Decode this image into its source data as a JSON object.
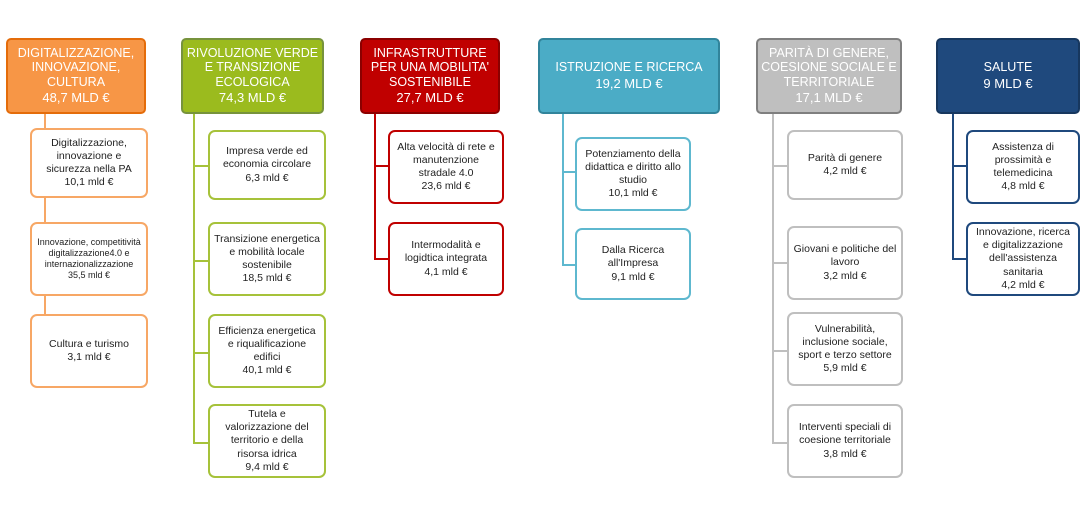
{
  "colors": {
    "digitale": {
      "fill": "#F79646",
      "border": "#E46C0A",
      "sub": "#F7A765"
    },
    "verde": {
      "fill": "#9BBB1E",
      "border": "#77933C",
      "sub": "#A6C23A"
    },
    "infra": {
      "fill": "#C00000",
      "border": "#8B0000",
      "sub": "#C00000"
    },
    "istruzione": {
      "fill": "#4BACC6",
      "border": "#31849B",
      "sub": "#5EB8CF"
    },
    "parita": {
      "fill": "#BFBFBF",
      "border": "#7F7F7F",
      "sub": "#BFBFBF"
    },
    "salute": {
      "fill": "#1F497D",
      "border": "#17375E",
      "sub": "#1F497D"
    }
  },
  "columns": [
    {
      "id": "digitale",
      "title": "DIGITALIZZAZIONE, INNOVAZIONE, CULTURA",
      "amount": "48,7  MLD €",
      "items": [
        {
          "title": "Digitalizzazione, innovazione e sicurezza nella PA",
          "amount": "10,1 mld €"
        },
        {
          "title": "Innovazione, competitività digitalizzazione4.0 e internazionalizzazione",
          "amount": "35,5 mld €"
        },
        {
          "title": "Cultura e turismo",
          "amount": "3,1 mld €"
        }
      ]
    },
    {
      "id": "verde",
      "title": "RIVOLUZIONE VERDE E TRANSIZIONE ECOLOGICA",
      "amount": "74,3 MLD €",
      "items": [
        {
          "title": "Impresa verde ed economia circolare",
          "amount": "6,3 mld €"
        },
        {
          "title": "Transizione energetica e mobilità locale sostenibile",
          "amount": "18,5 mld €"
        },
        {
          "title": "Efficienza energetica e riqualificazione edifici",
          "amount": "40,1 mld €"
        },
        {
          "title": "Tutela e valorizzazione del territorio e della risorsa idrica",
          "amount": "9,4 mld €"
        }
      ]
    },
    {
      "id": "infra",
      "title": "INFRASTRUTTURE PER UNA MOBILITA' SOSTENIBILE",
      "amount": "27,7 MLD €",
      "items": [
        {
          "title": "Alta velocità di rete e manutenzione stradale 4.0",
          "amount": "23,6 mld €"
        },
        {
          "title": "Intermodalità e logidtica integrata",
          "amount": "4,1 mld €"
        }
      ]
    },
    {
      "id": "istruzione",
      "title": "ISTRUZIONE E RICERCA",
      "amount": "19,2 MLD €",
      "items": [
        {
          "title": "Potenziamento della didattica e diritto allo studio",
          "amount": "10,1 mld €"
        },
        {
          "title": "Dalla Ricerca all'Impresa",
          "amount": "9,1 mld €"
        }
      ]
    },
    {
      "id": "parita",
      "title": "PARITÀ DI GENERE, COESIONE SOCIALE E TERRITORIALE",
      "amount": "17,1 MLD €",
      "items": [
        {
          "title": "Parità di genere",
          "amount": "4,2 mld €"
        },
        {
          "title": "Giovani e politiche del lavoro",
          "amount": "3,2 mld €"
        },
        {
          "title": "Vulnerabilità, inclusione sociale, sport e terzo settore",
          "amount": "5,9 mld €"
        },
        {
          "title": "Interventi speciali di coesione territoriale",
          "amount": "3,8 mld €"
        }
      ]
    },
    {
      "id": "salute",
      "title": "SALUTE",
      "amount": "9 MLD €",
      "items": [
        {
          "title": "Assistenza di prossimità e telemedicina",
          "amount": "4,8 mld €"
        },
        {
          "title": "Innovazione, ricerca e digitalizzazione dell'assistenza sanitaria",
          "amount": "4,2 mld €"
        }
      ]
    }
  ]
}
